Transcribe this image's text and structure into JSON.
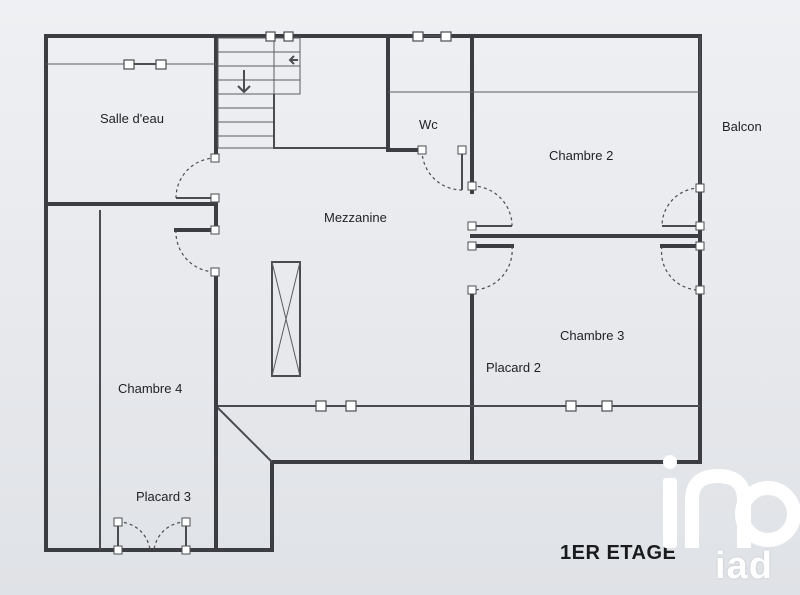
{
  "rooms": {
    "salle_deau": "Salle d'eau",
    "wc": "Wc",
    "chambre_2": "Chambre 2",
    "balcon": "Balcon",
    "mezzanine": "Mezzanine",
    "chambre_3": "Chambre 3",
    "placard_2": "Placard 2",
    "chambre_4": "Chambre 4",
    "placard_3": "Placard 3"
  },
  "floor_title": "1ER ETAGE",
  "brand": {
    "name": "iad",
    "logo_icon": "iad-logo-icon",
    "color": "#ffffff"
  },
  "colors": {
    "wall": "#3b3d42",
    "background": "#e9ebee"
  }
}
